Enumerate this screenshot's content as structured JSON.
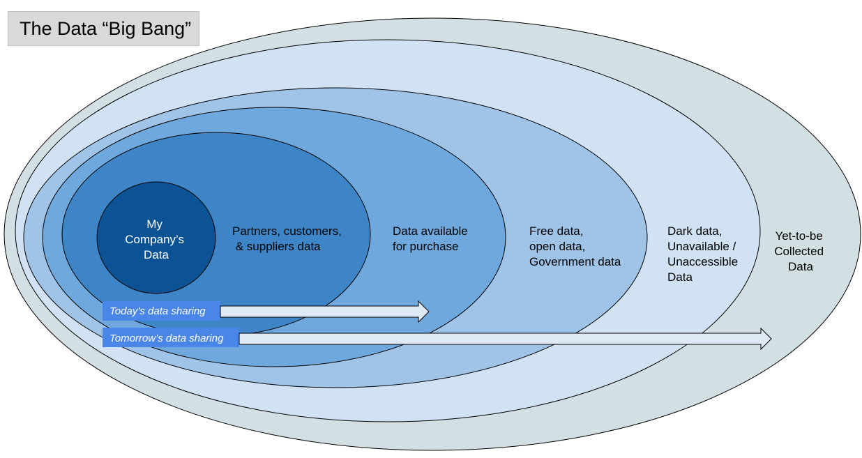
{
  "title": "The Data “Big Bang”",
  "layers": [
    {
      "label_lines": [
        "Yet-to-be",
        "Collected",
        "Data"
      ],
      "color": "#d3e0e3"
    },
    {
      "label_lines": [
        "Dark data,",
        "Unavailable /",
        "Unaccessible",
        "Data"
      ],
      "color": "#d0e2f3"
    },
    {
      "label_lines": [
        "Free data,",
        "open data,",
        "Government data"
      ],
      "color": "#9fc4e8"
    },
    {
      "label_lines": [
        "Data available",
        "for purchase"
      ],
      "color": "#6fa8dc"
    },
    {
      "label_lines": [
        "Partners, customers,",
        " & suppliers data"
      ],
      "color": "#3d85c6"
    },
    {
      "label_lines": [
        "My",
        "Company’s",
        "Data"
      ],
      "color": "#0b5394"
    }
  ],
  "sharing": {
    "today": "Today’s data sharing",
    "tomorrow": "Tomorrow’s data sharing",
    "label_color": "#4a86e8",
    "arrow_fill": "#dfe9f6"
  }
}
